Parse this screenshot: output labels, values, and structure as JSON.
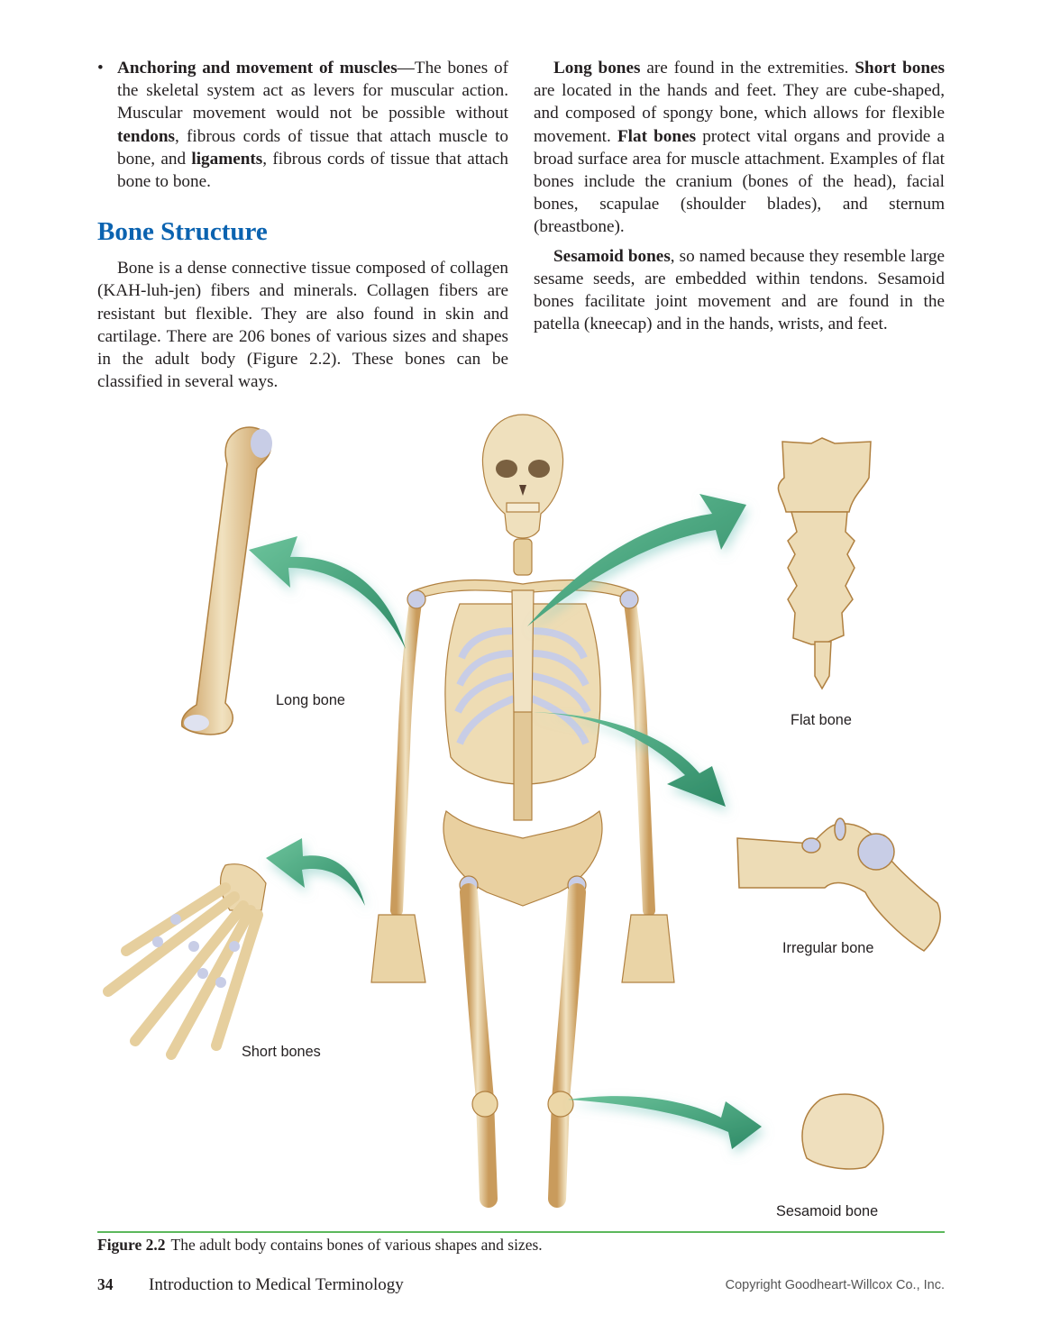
{
  "left_column": {
    "bullet": {
      "marker": "•",
      "term": "Anchoring and movement of muscles",
      "text_1": "—The bones of the skeletal system act as levers for muscular action. Muscular movement would not be possible without ",
      "term_tendons": "tendons",
      "text_2": ", fibrous cords of tissue that attach muscle to bone, and ",
      "term_ligaments": "ligaments",
      "text_3": ", fibrous cords of tissue that attach bone to bone."
    },
    "heading": "Bone Structure",
    "paragraph": "Bone is a dense connective tissue composed of col­lagen (KAH-luh-jen) fibers and minerals. Collagen fibers are resistant but flexible. They are also found in skin and cartilage. There are 206 bones of vari­ous sizes and shapes in the adult body (Figure 2.2). These bones can be classified in several ways."
  },
  "right_column": {
    "para1": {
      "term_long": "Long bones",
      "text_1": " are found in the extremities. ",
      "term_short": "Short bones",
      "text_2": " are located in the hands and feet. They are cube-shaped, and composed of spongy bone, which allows for flexible movement. ",
      "term_flat": "Flat bones",
      "text_3": " protect vital organs and provide a broad sur­face area for muscle attachment. Examples of flat bones include the cranium (bones of the head), facial bones, scapulae (shoulder blades), and ster­num (breastbone)."
    },
    "para2": {
      "term_sesamoid": "Sesamoid bones",
      "text_1": ", so named because they resem­ble large sesame seeds, are embedded within ten­dons. Sesamoid bones facilitate joint movement and are found in the patella (kneecap) and in the hands, wrists, and feet."
    }
  },
  "figure": {
    "labels": {
      "long_bone": "Long bone",
      "flat_bone": "Flat bone",
      "short_bones": "Short bones",
      "irregular_bone": "Irregular bone",
      "sesamoid_bone": "Sesamoid bone"
    },
    "colors": {
      "bone": "#e9d3a6",
      "bone_shade": "#c99b5c",
      "cartilage": "#c8cde6",
      "arrow": "#4fae86",
      "arrow_dark": "#2e8a66"
    },
    "caption_label": "Figure 2.2",
    "caption_text": "The adult body contains bones of various shapes and sizes."
  },
  "footer": {
    "page_number": "34",
    "book_title": "Introduction to Medical Terminology",
    "copyright": "Copyright Goodheart-Willcox Co., Inc."
  },
  "colors": {
    "heading": "#0b63b0",
    "caption_rule": "#5cb85c",
    "text": "#231f20"
  }
}
